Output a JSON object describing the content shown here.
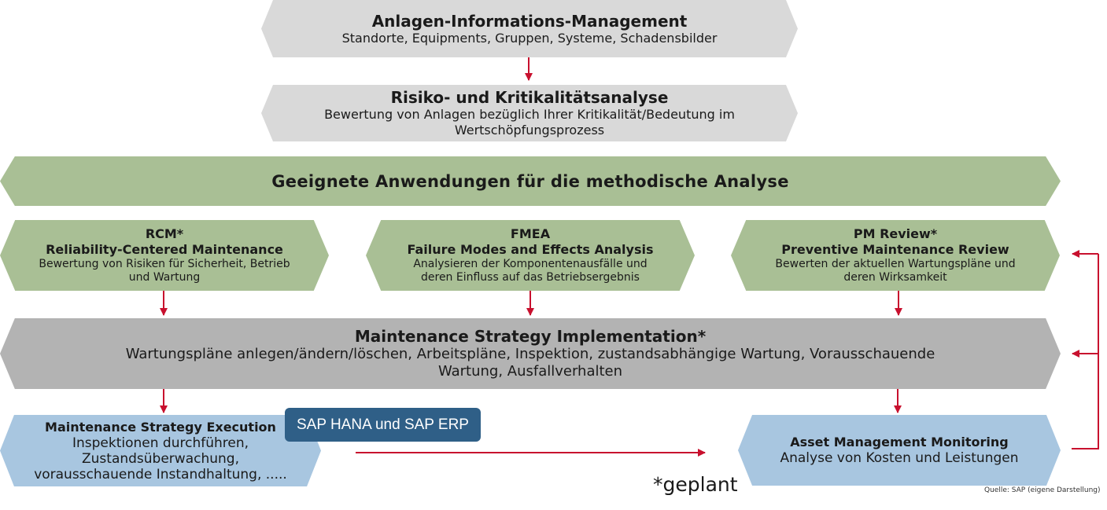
{
  "aim": {
    "title": "Anlagen-Informations-Management",
    "subtitle": "Standorte, Equipments, Gruppen, Systeme, Schadensbilder"
  },
  "risk": {
    "title": "Risiko- und Kritikalitätsanalyse",
    "subtitle_line1": "Bewertung von Anlagen bezüglich Ihrer Kritikalität/Bedeutung im",
    "subtitle_line2": "Wertschöpfungsprozess"
  },
  "methods": {
    "title": "Geeignete Anwendungen für die methodische Analyse"
  },
  "rcm": {
    "abbr": "RCM*",
    "title": "Reliability-Centered Maintenance",
    "desc_line1": "Bewertung von Risiken für Sicherheit, Betrieb",
    "desc_line2": "und Wartung"
  },
  "fmea": {
    "abbr": "FMEA",
    "title": "Failure Modes and Effects Analysis",
    "desc_line1": "Analysieren der Komponentenausfälle und",
    "desc_line2": "deren Einfluss auf das Betriebsergebnis"
  },
  "pm_review": {
    "abbr": "PM Review*",
    "title": "Preventive Maintenance Review",
    "desc_line1": "Bewerten der aktuellen Wartungspläne und",
    "desc_line2": "deren Wirksamkeit"
  },
  "msi": {
    "title": "Maintenance Strategy Implementation*",
    "desc_line1": "Wartungspläne anlegen/ändern/löschen, Arbeitspläne, Inspektion, zustandsabhängige Wartung, Vorausschauende",
    "desc_line2": "Wartung, Ausfallverhalten"
  },
  "mse": {
    "title": "Maintenance Strategy Execution",
    "desc_line1": "Inspektionen durchführen,",
    "desc_line2": "Zustandsüberwachung,",
    "desc_line3": "vorausschauende Instandhaltung, ....."
  },
  "amm": {
    "title": "Asset Management Monitoring",
    "desc": "Analyse von Kosten und Leistungen"
  },
  "badge": "SAP HANA und SAP ERP",
  "footnote": "*geplant",
  "source": "Quelle: SAP (eigene Darstellung)",
  "colors": {
    "arrow": "#c8102e",
    "light_gray": "#d9d9d9",
    "green": "#a9bf95",
    "dark_gray": "#b3b3b3",
    "blue": "#a8c6e0",
    "badge": "#2f5f87"
  }
}
